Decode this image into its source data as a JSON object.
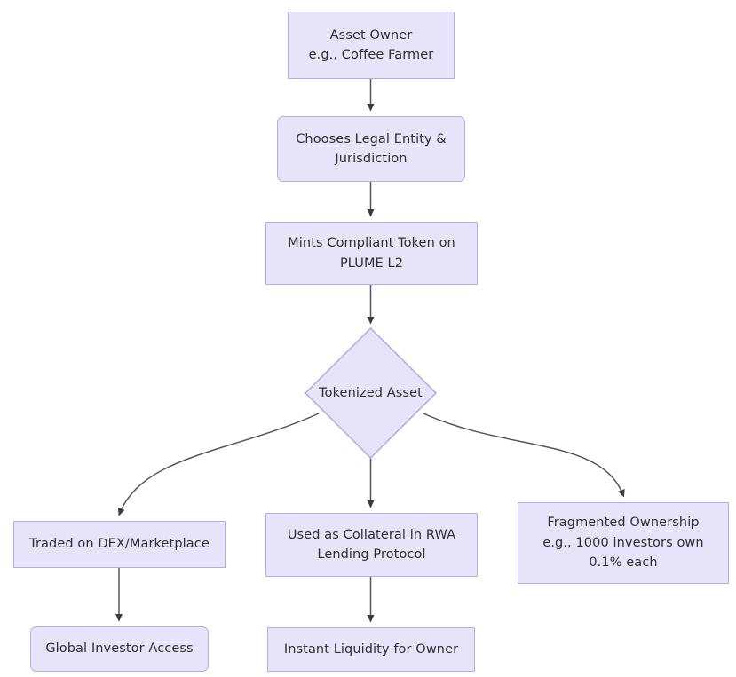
{
  "diagram": {
    "type": "flowchart",
    "title": "",
    "direction": "top-down",
    "colors": {
      "node_fill": "#e7e3f8",
      "node_border": "#b9a7e6",
      "edge_stroke": "#55555f",
      "text": "#2e2e33",
      "background": "#ffffff"
    },
    "nodes": [
      {
        "id": "asset-owner",
        "shape": "rect",
        "label": "Asset Owner\ne.g., Coffee Farmer"
      },
      {
        "id": "legal-entity",
        "shape": "rounded-rect",
        "label": "Chooses Legal Entity &\nJurisdiction"
      },
      {
        "id": "mint-token",
        "shape": "rect",
        "label": "Mints Compliant Token on\nPLUME L2"
      },
      {
        "id": "tokenized-asset",
        "shape": "diamond",
        "label": "Tokenized Asset"
      },
      {
        "id": "traded-dex",
        "shape": "rect",
        "label": "Traded on DEX/Marketplace"
      },
      {
        "id": "collateral-rwa",
        "shape": "rect",
        "label": "Used as Collateral in RWA\nLending Protocol"
      },
      {
        "id": "fragmented-ownership",
        "shape": "rect",
        "label": "Fragmented Ownership\ne.g., 1000 investors own\n0.1% each"
      },
      {
        "id": "global-investor",
        "shape": "rounded-rect",
        "label": "Global Investor Access"
      },
      {
        "id": "instant-liquidity",
        "shape": "rect",
        "label": "Instant Liquidity for Owner"
      }
    ],
    "edges": [
      {
        "from": "asset-owner",
        "to": "legal-entity",
        "label": ""
      },
      {
        "from": "legal-entity",
        "to": "mint-token",
        "label": ""
      },
      {
        "from": "mint-token",
        "to": "tokenized-asset",
        "label": ""
      },
      {
        "from": "tokenized-asset",
        "to": "traded-dex",
        "label": ""
      },
      {
        "from": "tokenized-asset",
        "to": "collateral-rwa",
        "label": ""
      },
      {
        "from": "tokenized-asset",
        "to": "fragmented-ownership",
        "label": ""
      },
      {
        "from": "traded-dex",
        "to": "global-investor",
        "label": ""
      },
      {
        "from": "collateral-rwa",
        "to": "instant-liquidity",
        "label": ""
      }
    ]
  }
}
